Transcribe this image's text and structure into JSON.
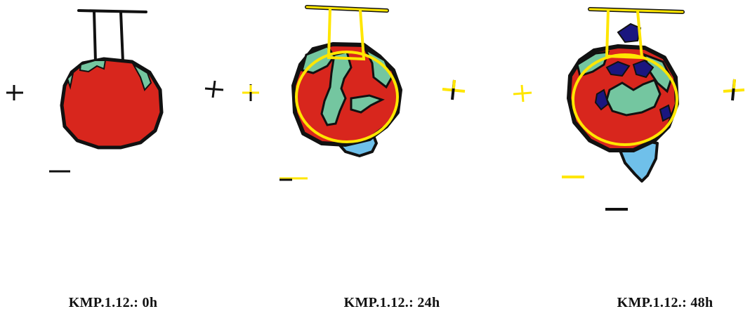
{
  "panels": [
    {
      "caption": "KMP.1.12.: 0h"
    },
    {
      "caption": "KMP.1.12.: 24h"
    },
    {
      "caption": "KMP.1.12.: 48h"
    }
  ],
  "colors": {
    "tumor": "#d8261d",
    "green_region": "#74c6a0",
    "light_blue_region": "#6fc0ea",
    "dark_blue_region": "#1a167f",
    "outline": "#111111",
    "overlay": "#ffe600"
  },
  "symbols": {
    "plus": "+",
    "minus": "−"
  }
}
